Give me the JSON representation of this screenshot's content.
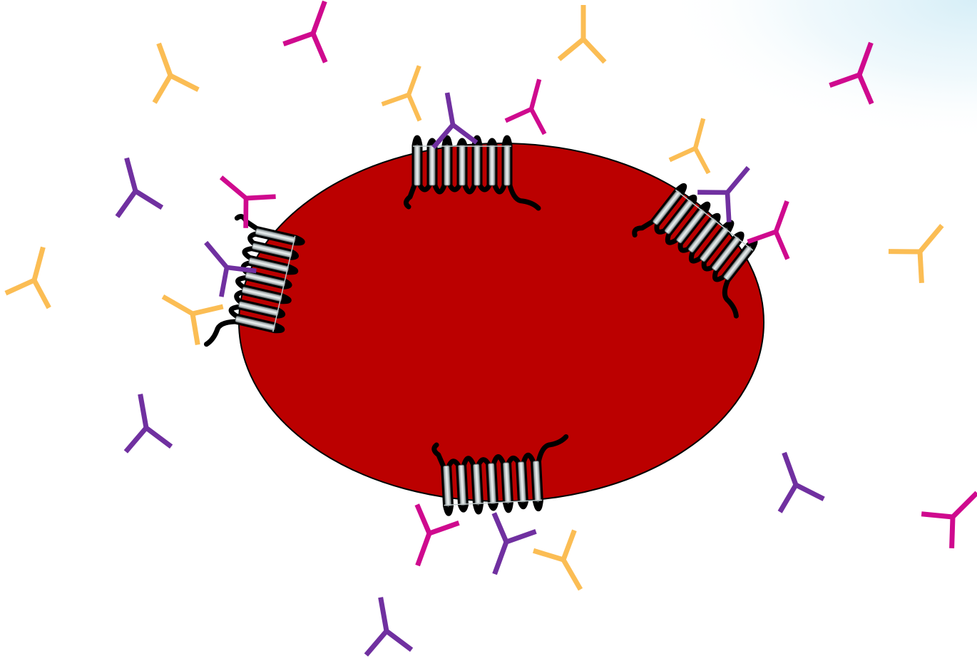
{
  "colors": {
    "background": "#ffffff",
    "corner_glow": "#d6eef7",
    "cell_fill": "#bb0000",
    "cell_outline": "#000000",
    "protein_loop": "#000000",
    "helix_fill": "#9ea6a8",
    "helix_highlight": "#e8eeee",
    "antibody_yellow": "#fbbd54",
    "antibody_magenta": "#cf0a8e",
    "antibody_purple": "#7030a0"
  },
  "icons": {
    "cell": "red-cell-ellipse-icon",
    "membrane_protein": "transmembrane-protein-icon",
    "antibody": "y-shaped-antibody-icon"
  },
  "membrane_protein_count": 4,
  "antibody_colors": [
    "yellow",
    "magenta",
    "purple"
  ]
}
